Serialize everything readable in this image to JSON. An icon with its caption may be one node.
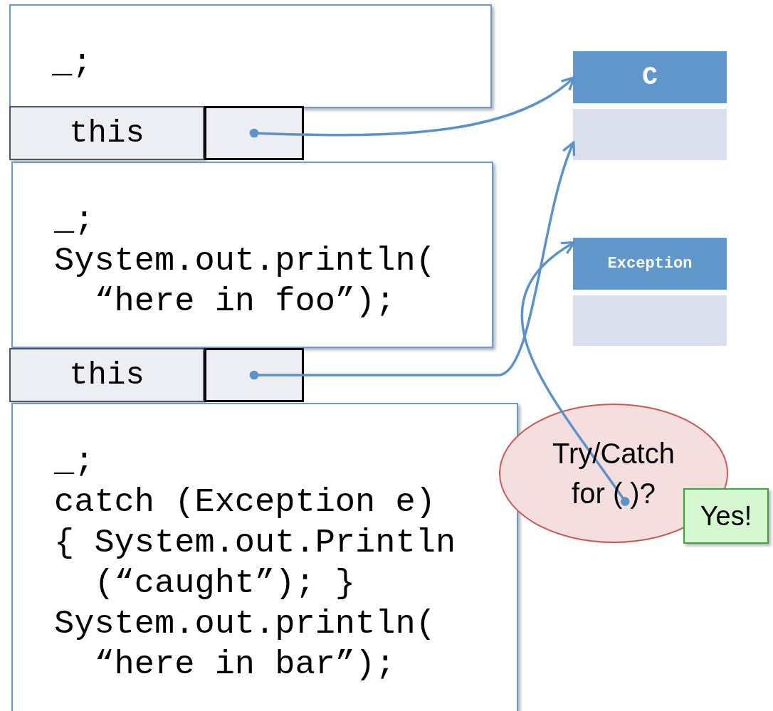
{
  "diagram": {
    "nodes": [
      {
        "text": [
          "_;"
        ]
      },
      {
        "text": [
          "this"
        ]
      },
      {
        "text": [],
        "shape": "box"
      },
      {
        "text": [
          "_;",
          "System.out.println( “here in foo”);"
        ]
      },
      {
        "text": [
          "this"
        ]
      },
      {
        "text": [],
        "shape": "box"
      },
      {
        "text": [
          "_;",
          "catch (Exception e)",
          "{ System.out.Println (“caught”); }",
          "System.out.println( “here in bar”);"
        ]
      },
      {
        "text": [
          "C"
        ]
      },
      {
        "text": [
          "Exception"
        ]
      },
      {
        "text": [
          "Try/Catch for ( )?"
        ]
      },
      {
        "text": [
          "Yes!"
        ]
      }
    ],
    "edges": [
      {
        "from": 2,
        "to": 7,
        "arrow": "to"
      },
      {
        "from": 5,
        "to": 7,
        "arrow": "to"
      },
      {
        "from": 9,
        "to": 8,
        "arrow": "to"
      }
    ]
  }
}
